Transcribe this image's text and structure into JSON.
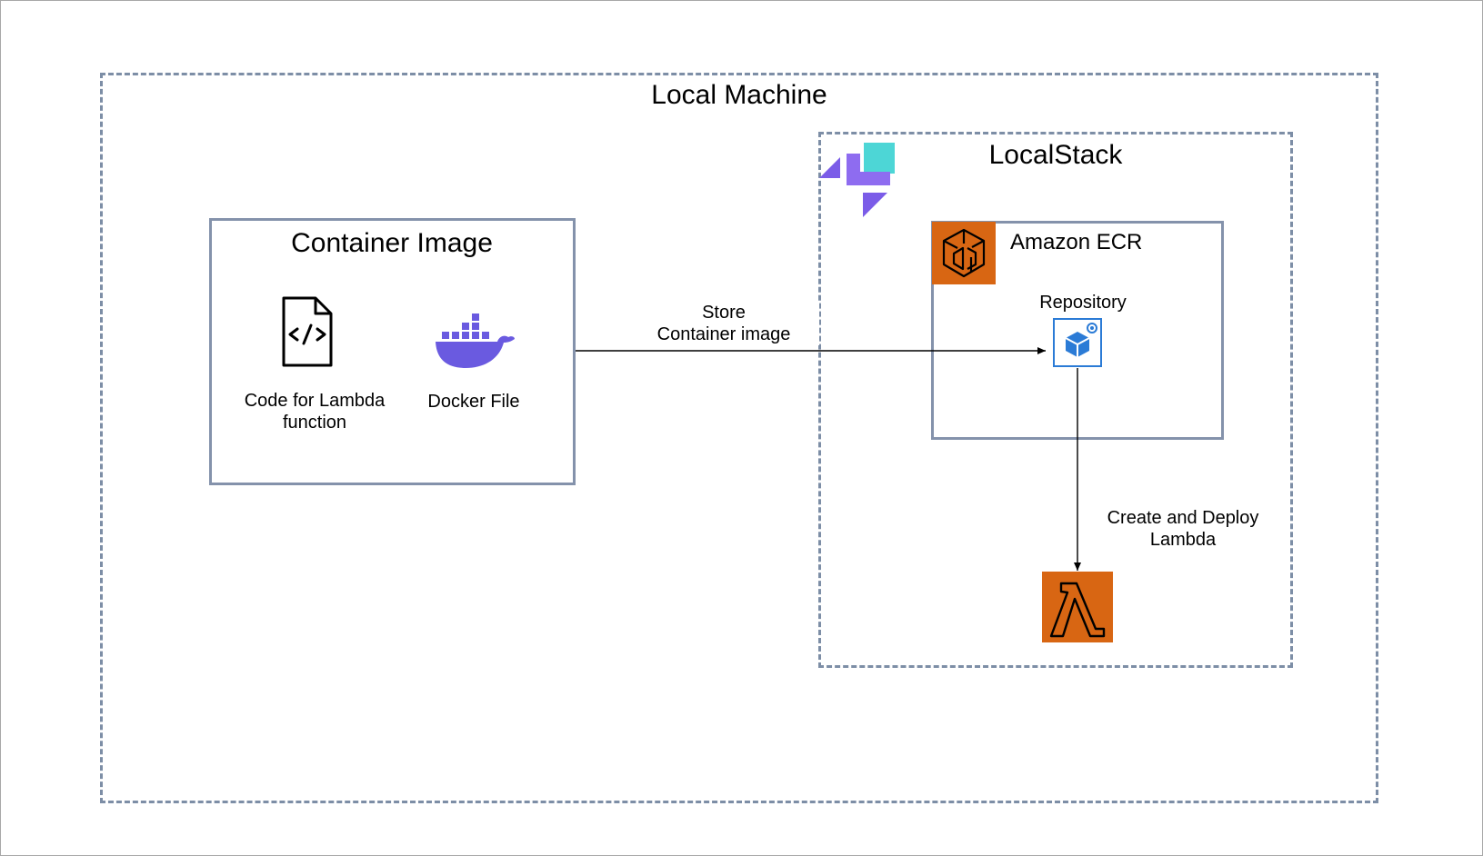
{
  "groups": {
    "local_machine": "Local Machine",
    "localstack": "LocalStack",
    "container_image": "Container Image",
    "amazon_ecr": "Amazon ECR"
  },
  "nodes": {
    "code": "Code for Lambda function",
    "docker": "Docker File",
    "repository": "Repository"
  },
  "edges": {
    "store_line1": "Store",
    "store_line2": "Container image",
    "deploy_line1": "Create and Deploy",
    "deploy_line2": "Lambda"
  },
  "icons": {
    "code": "code-file-icon",
    "docker": "docker-whale-icon",
    "localstack": "localstack-logo",
    "ecr": "amazon-ecr-icon",
    "repository": "ecr-repository-icon",
    "lambda": "aws-lambda-icon"
  },
  "colors": {
    "aws_orange": "#D86613",
    "docker_purple": "#6A5AE0",
    "ecr_blue": "#2B7BD6",
    "group_border": "#7D8EA6",
    "localstack_teal": "#4DD6D6",
    "localstack_purple": "#7B5CE8"
  }
}
